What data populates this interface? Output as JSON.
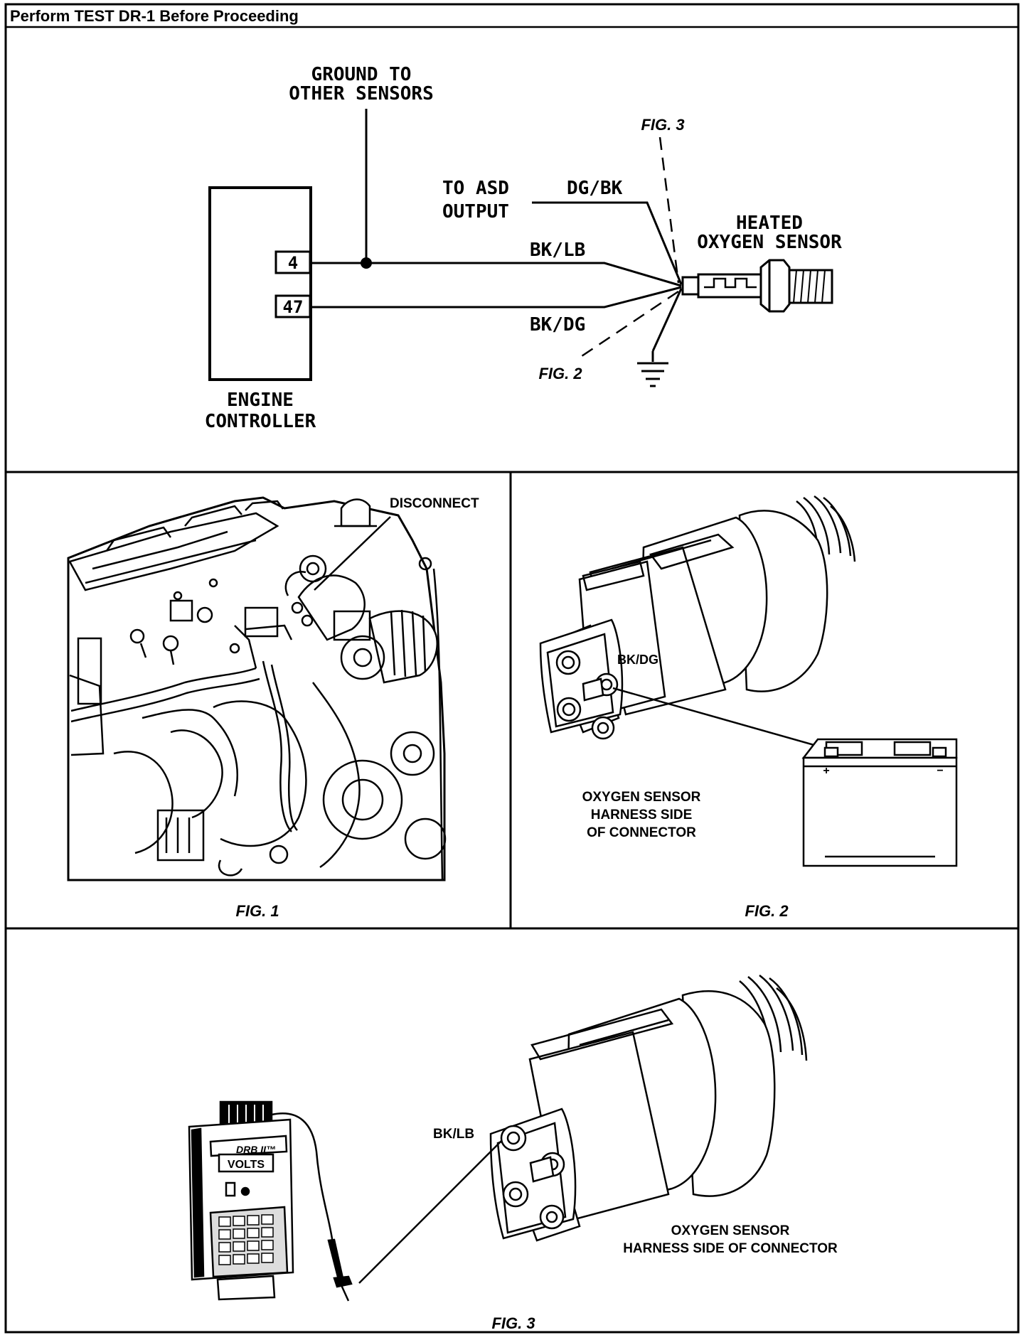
{
  "header": {
    "title": "Perform TEST DR-1 Before Proceeding"
  },
  "schematic": {
    "ground_label_line1": "GROUND TO",
    "ground_label_line2": "OTHER SENSORS",
    "asd_label_line1": "TO ASD",
    "asd_label_line2": "OUTPUT",
    "wire_dgbk": "DG/BK",
    "wire_bklb": "BK/LB",
    "wire_bkdg": "BK/DG",
    "sensor_label_line1": "HEATED",
    "sensor_label_line2": "OXYGEN SENSOR",
    "controller_label_line1": "ENGINE",
    "controller_label_line2": "CONTROLLER",
    "pin_4": "4",
    "pin_47": "47",
    "fig3_ref": "FIG. 3",
    "fig2_ref": "FIG. 2"
  },
  "fig1": {
    "callout": "DISCONNECT",
    "caption": "FIG. 1"
  },
  "fig2": {
    "wire_label": "BK/DG",
    "connector_line1": "OXYGEN SENSOR",
    "connector_line2": "HARNESS SIDE",
    "connector_line3": "OF CONNECTOR",
    "battery_pos": "+",
    "battery_neg": "−",
    "caption": "FIG. 2"
  },
  "fig3": {
    "wire_label": "BK/LB",
    "meter_brand": "DRB II™",
    "meter_display": "VOLTS",
    "connector_line1": "OXYGEN SENSOR",
    "connector_line2": "HARNESS SIDE OF CONNECTOR",
    "caption": "FIG. 3"
  }
}
